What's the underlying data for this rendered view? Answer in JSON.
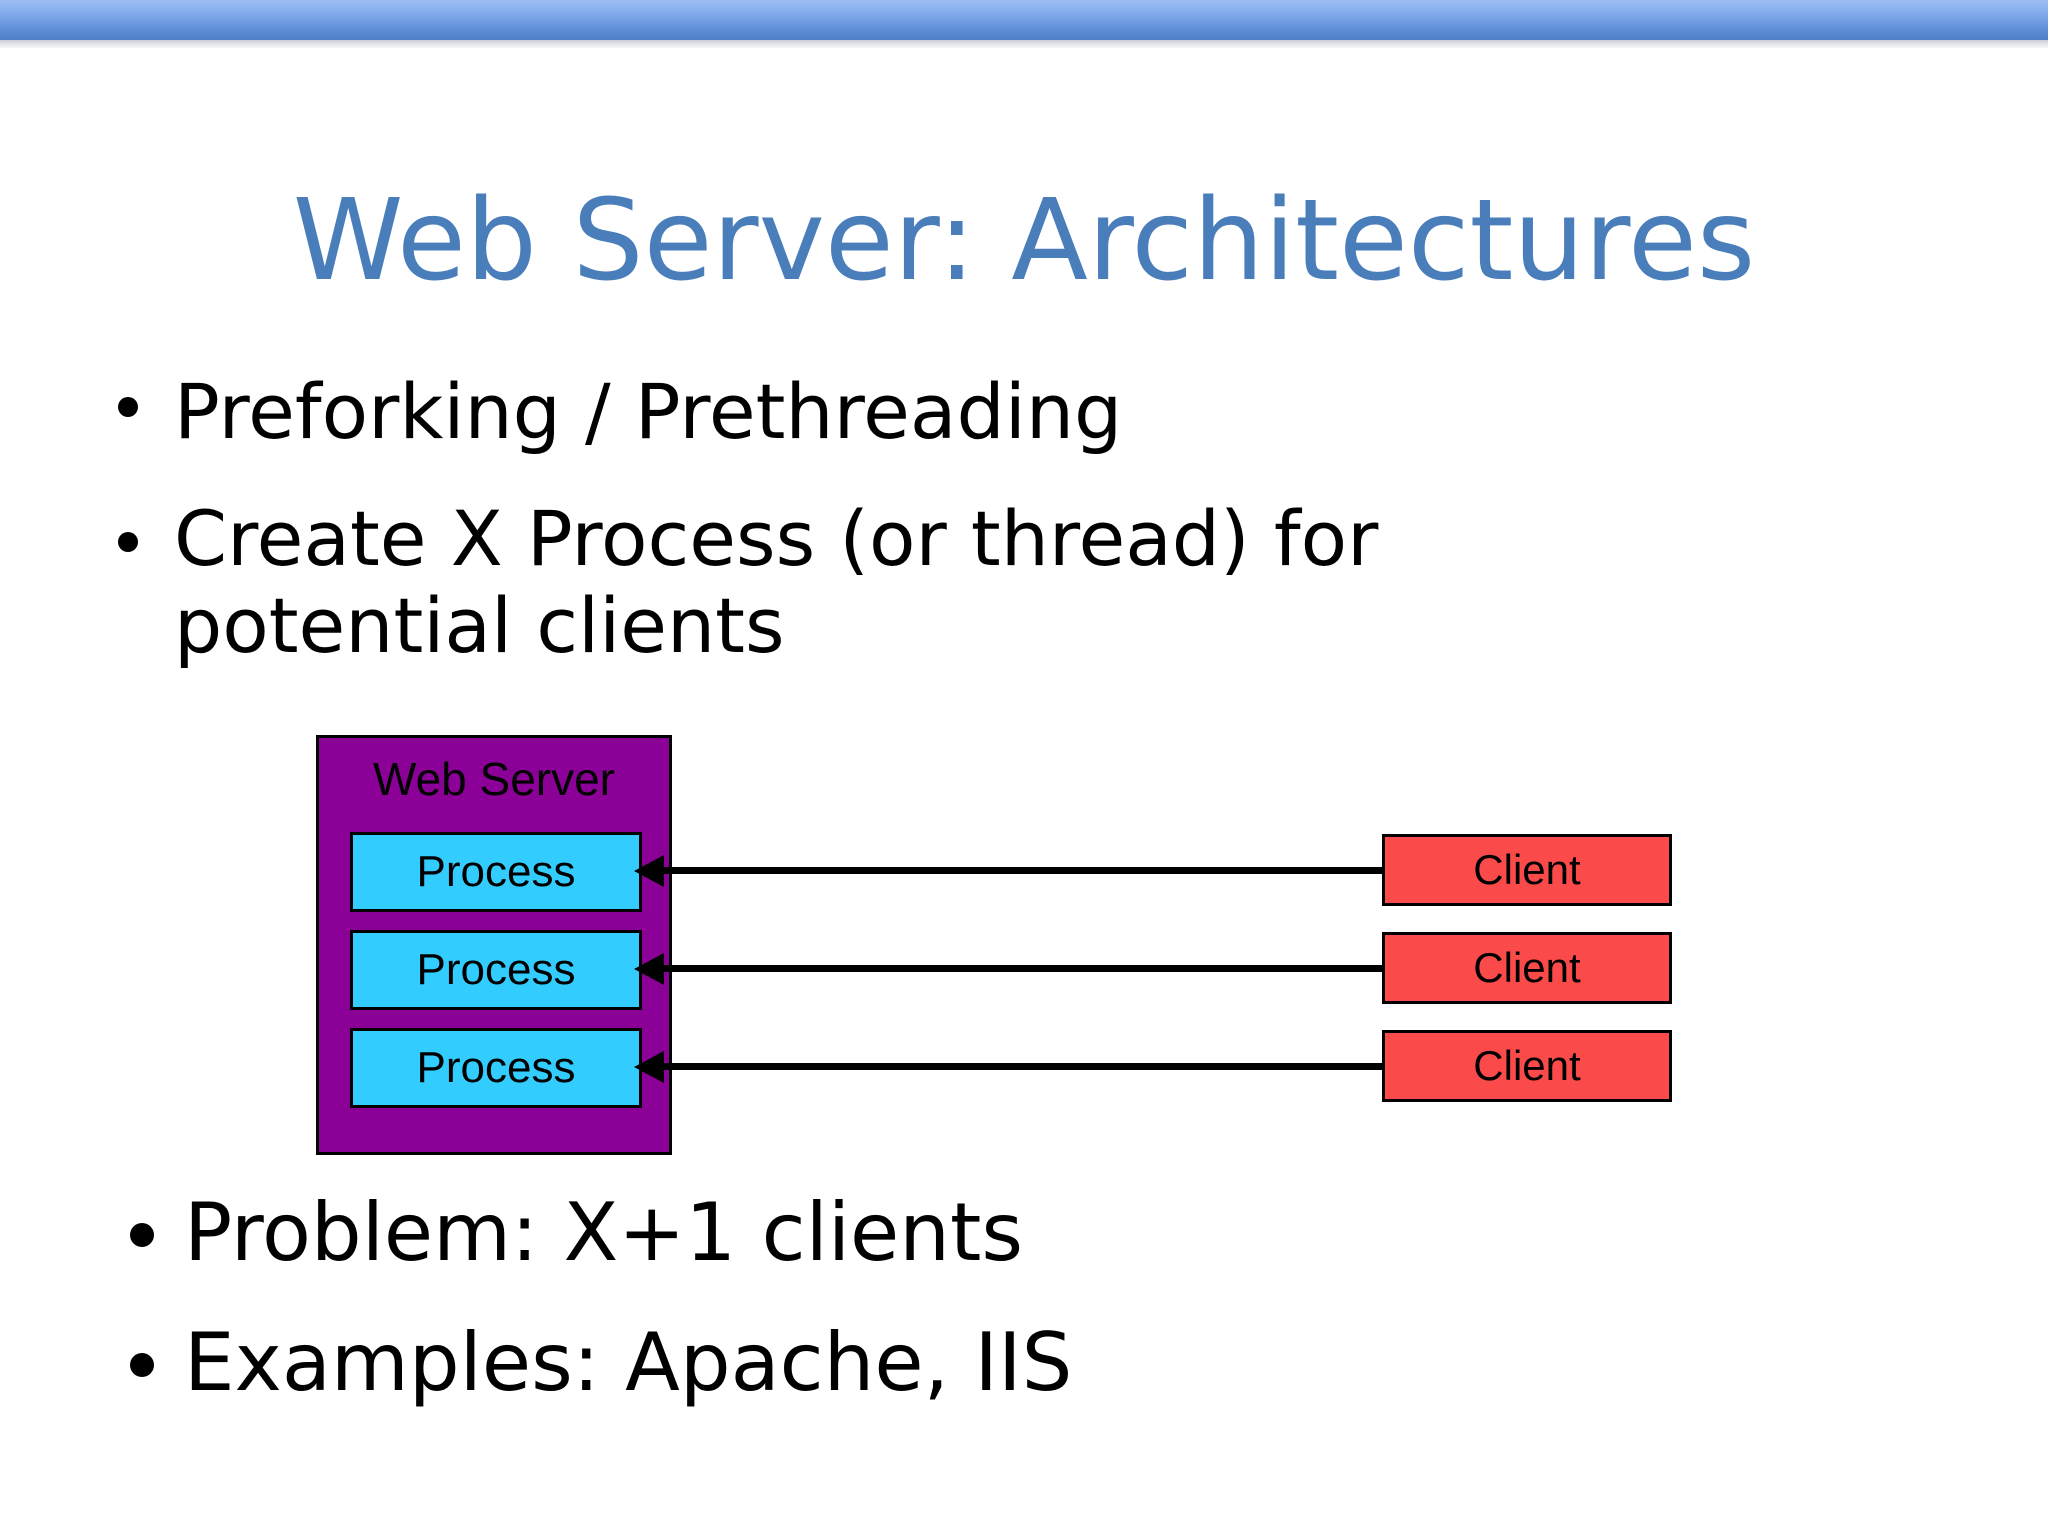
{
  "slide": {
    "title": "Web Server: Architectures",
    "title_color": "#4A7EBB",
    "top_bar_color_top": "#9DBDF2",
    "top_bar_color_bottom": "#4E7FC8"
  },
  "bullets": [
    {
      "text": "Preforking / Prethreading"
    },
    {
      "text": "Create X Process (or thread) for potential clients"
    },
    {
      "text": "Problem: X+1 clients"
    },
    {
      "text": "Examples: Apache, IIS"
    }
  ],
  "diagram": {
    "server": {
      "label": "Web Server",
      "fill": "#8B0096",
      "border": "#000000"
    },
    "processes": [
      {
        "label": "Process",
        "fill": "#33CCFF"
      },
      {
        "label": "Process",
        "fill": "#33CCFF"
      },
      {
        "label": "Process",
        "fill": "#33CCFF"
      }
    ],
    "clients": [
      {
        "label": "Client",
        "fill": "#FA4A4A"
      },
      {
        "label": "Client",
        "fill": "#FA4A4A"
      },
      {
        "label": "Client",
        "fill": "#FA4A4A"
      }
    ],
    "connectors": [
      {
        "from": "Client",
        "to": "Process",
        "direction": "left"
      },
      {
        "from": "Client",
        "to": "Process",
        "direction": "left"
      },
      {
        "from": "Client",
        "to": "Process",
        "direction": "left"
      }
    ]
  }
}
